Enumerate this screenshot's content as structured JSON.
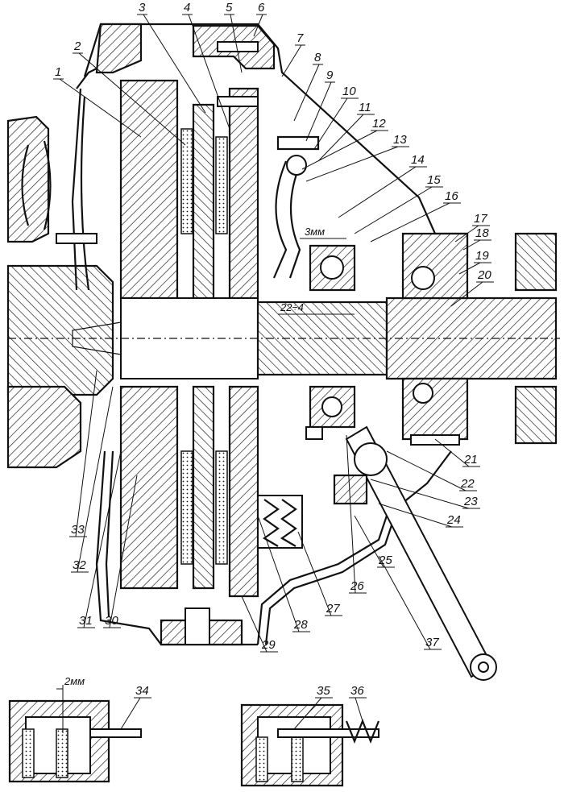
{
  "diagram": {
    "callouts": [
      "1",
      "2",
      "3",
      "4",
      "5",
      "6",
      "7",
      "8",
      "9",
      "10",
      "11",
      "12",
      "13",
      "14",
      "15",
      "16",
      "17",
      "18",
      "19",
      "20",
      "21",
      "22",
      "23",
      "24",
      "25",
      "26",
      "27",
      "28",
      "29",
      "30",
      "31",
      "32",
      "33",
      "34",
      "35",
      "36",
      "37"
    ],
    "dimensions": {
      "gap_release": "3мм",
      "travel": "22÷4",
      "gap_detail": "2мм"
    }
  }
}
